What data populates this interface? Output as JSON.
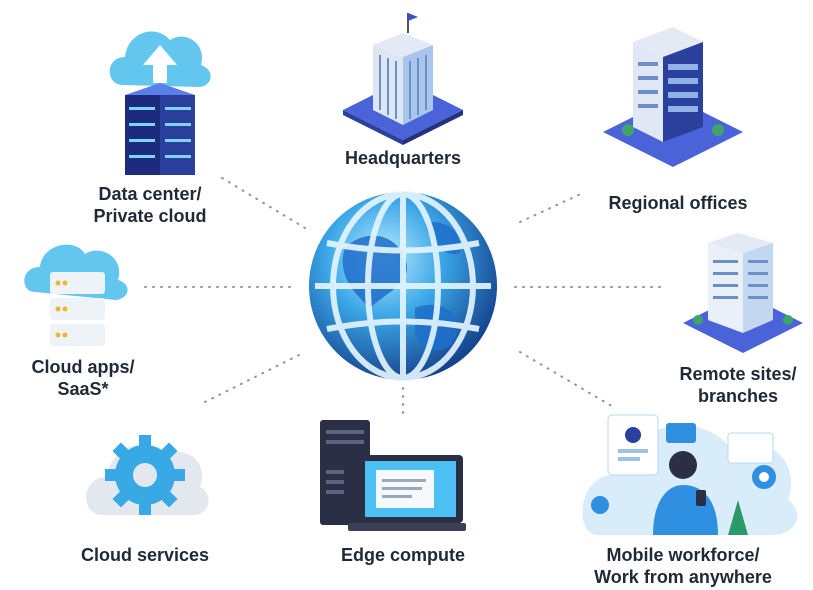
{
  "nodes": {
    "headquarters": {
      "label": "Headquarters"
    },
    "data_center": {
      "label_line1": "Data center/",
      "label_line2": "Private cloud"
    },
    "regional_offices": {
      "label": "Regional offices"
    },
    "cloud_apps": {
      "label_line1": "Cloud apps/",
      "label_line2": "SaaS*"
    },
    "remote_sites": {
      "label_line1": "Remote sites/",
      "label_line2": "branches"
    },
    "cloud_services": {
      "label": "Cloud services"
    },
    "edge_compute": {
      "label": "Edge compute"
    },
    "mobile_workforce": {
      "label_line1": "Mobile workforce/",
      "label_line2": "Work from anywhere"
    }
  },
  "center": {
    "icon": "globe-icon"
  },
  "colors": {
    "text": "#1f2a36",
    "accent_blue": "#2f8fe0",
    "dark_navy": "#1d2b5c",
    "light_blue": "#7fd3f5",
    "connector": "#8a96a3"
  }
}
